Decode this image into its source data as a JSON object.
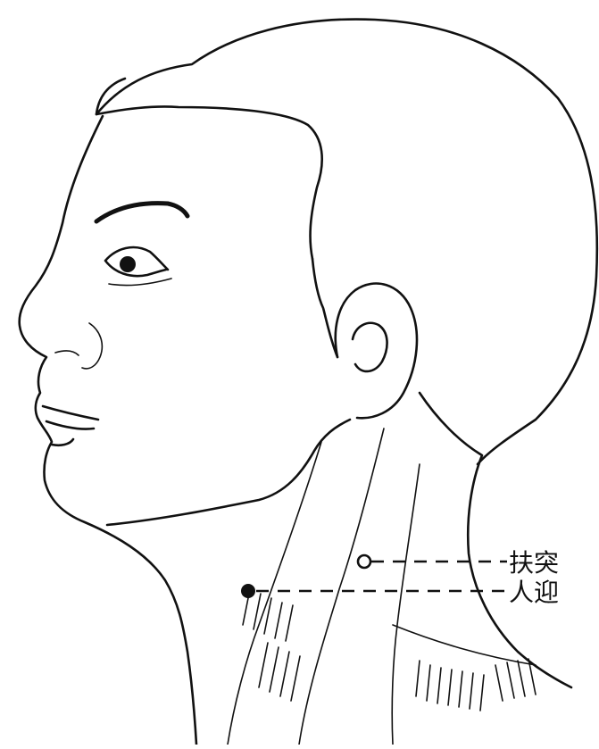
{
  "points": [
    {
      "label": "扶突",
      "marker": "hollow"
    },
    {
      "label": "人迎",
      "marker": "filled"
    }
  ],
  "colors": {
    "ink": "#111111",
    "background": "#ffffff"
  }
}
